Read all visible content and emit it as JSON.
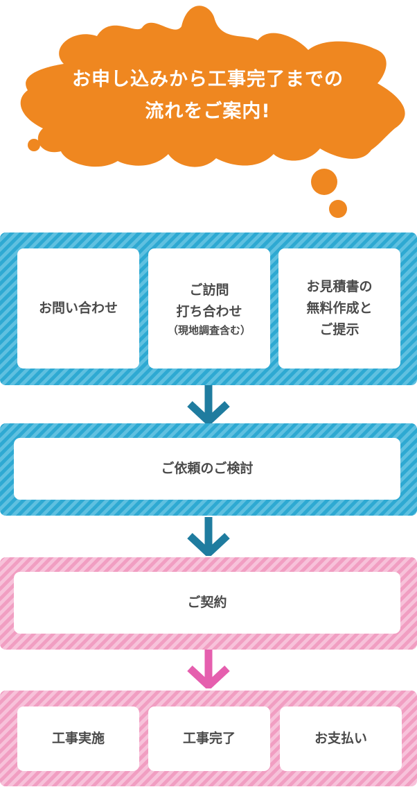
{
  "header": {
    "title_line1": "お申し込みから工事完了までの",
    "title_line2": "流れをご案内!"
  },
  "colors": {
    "splash": "#ef8720",
    "blue_band": "#2ea9d2",
    "blue_arrow": "#1f7c9f",
    "pink_band": "#f19ec2",
    "pink_arrow": "#e55fae",
    "card_text": "#4a4a4a"
  },
  "step1": {
    "card1": {
      "line1": "お問い合わせ"
    },
    "card2": {
      "line1": "ご訪問",
      "line2": "打ち合わせ",
      "note": "（現地調査含む）"
    },
    "card3": {
      "line1": "お見積書の",
      "line2": "無料作成と",
      "line3": "ご提示"
    }
  },
  "step2": {
    "label": "ご依頼のご検討"
  },
  "step3": {
    "label": "ご契約"
  },
  "step4": {
    "card1": {
      "label": "工事実施"
    },
    "card2": {
      "label": "工事完了"
    },
    "card3": {
      "label": "お支払い"
    }
  },
  "icons": {
    "arrow1": "arrow-down-icon",
    "arrow2": "arrow-down-icon",
    "arrow3": "arrow-down-icon"
  }
}
